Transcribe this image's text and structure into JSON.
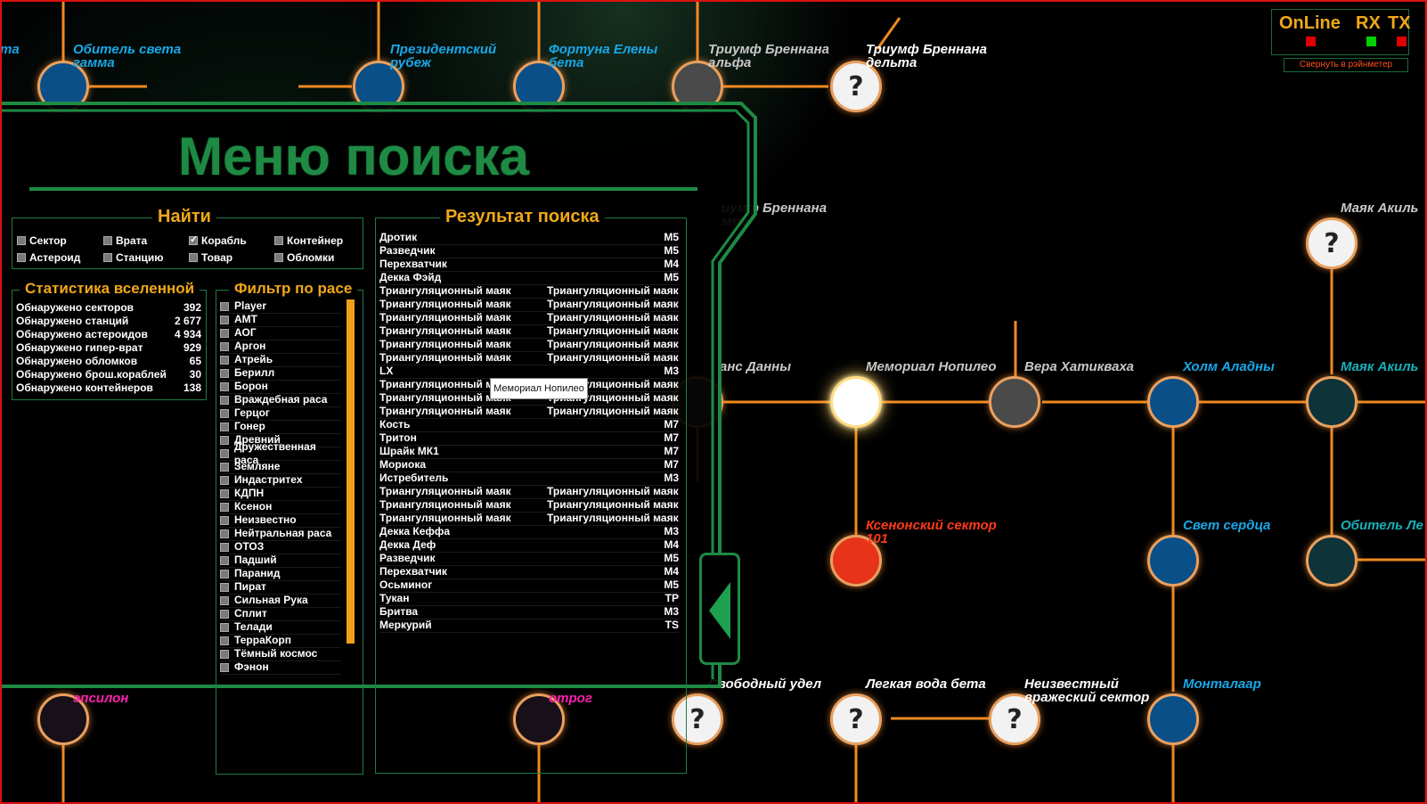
{
  "status": {
    "online": "OnLine",
    "rx": "RX",
    "tx": "TX",
    "collapse": "Свернуть в рэйнметер",
    "colors": {
      "online_led": "#e00000",
      "rx_led": "#00d000",
      "tx_led": "#e00000"
    }
  },
  "panel": {
    "title": "Меню поиска",
    "find": {
      "title": "Найти",
      "options": [
        {
          "label": "Сектор",
          "checked": false
        },
        {
          "label": "Врата",
          "checked": false
        },
        {
          "label": "Корабль",
          "checked": true
        },
        {
          "label": "Контейнер",
          "checked": false
        },
        {
          "label": "Астероид",
          "checked": false
        },
        {
          "label": "Станцию",
          "checked": false
        },
        {
          "label": "Товар",
          "checked": false
        },
        {
          "label": "Обломки",
          "checked": false
        }
      ]
    },
    "stats": {
      "title": "Статистика вселенной",
      "rows": [
        {
          "label": "Обнаружено секторов",
          "value": "392"
        },
        {
          "label": "Обнаружено станций",
          "value": "2 677"
        },
        {
          "label": "Обнаружено астероидов",
          "value": "4 934"
        },
        {
          "label": "Обнаружено гипер-врат",
          "value": "929"
        },
        {
          "label": "Обнаружено обломков",
          "value": "65"
        },
        {
          "label": "Обнаружено брош.кораблей",
          "value": "30"
        },
        {
          "label": "Обнаружено контейнеров",
          "value": "138"
        }
      ]
    },
    "race_filter": {
      "title": "Фильтр по расе",
      "races": [
        "Player",
        "АМТ",
        "АОГ",
        "Аргон",
        "Атрейь",
        "Берилл",
        "Борон",
        "Враждебная раса",
        "Герцог",
        "Гонер",
        "Древний",
        "Дружественная раса",
        "Земляне",
        "Индастритех",
        "КДПН",
        "Ксенон",
        "Неизвестно",
        "Нейтральная раса",
        "ОТОЗ",
        "Падший",
        "Паранид",
        "Пират",
        "Сильная Рука",
        "Сплит",
        "Телади",
        "ТерраКорп",
        "Тёмный космос",
        "Фэнон"
      ]
    },
    "results": {
      "title": "Результат поиска",
      "rows": [
        {
          "name": "Дротик",
          "sector": "",
          "class": "M5"
        },
        {
          "name": "Разведчик",
          "sector": "",
          "class": "M5"
        },
        {
          "name": "Перехватчик",
          "sector": "",
          "class": "M4"
        },
        {
          "name": "Декка Фэйд",
          "sector": "",
          "class": "M5"
        },
        {
          "name": "Триангуляционный маяк",
          "sector": "Триангуляционный маяк",
          "class": ""
        },
        {
          "name": "Триангуляционный маяк",
          "sector": "Триангуляционный маяк",
          "class": ""
        },
        {
          "name": "Триангуляционный маяк",
          "sector": "Триангуляционный маяк",
          "class": ""
        },
        {
          "name": "Триангуляционный маяк",
          "sector": "Триангуляционный маяк",
          "class": ""
        },
        {
          "name": "Триангуляционный маяк",
          "sector": "Триангуляционный маяк",
          "class": ""
        },
        {
          "name": "Триангуляционный маяк",
          "sector": "Триангуляционный маяк",
          "class": ""
        },
        {
          "name": "LX",
          "sector": "",
          "class": "M3"
        },
        {
          "name": "Триангуляционный маяк",
          "sector": "Триангуляционный маяк",
          "class": ""
        },
        {
          "name": "Триангуляционный маяк",
          "sector": "Триангуляционный маяк",
          "class": ""
        },
        {
          "name": "Триангуляционный маяк",
          "sector": "Триангуляционный маяк",
          "class": ""
        },
        {
          "name": "Кость",
          "sector": "",
          "class": "M7"
        },
        {
          "name": "Тритон",
          "sector": "",
          "class": "M7"
        },
        {
          "name": "Шрайк МК1",
          "sector": "",
          "class": "M7"
        },
        {
          "name": "Мориока",
          "sector": "",
          "class": "M7"
        },
        {
          "name": "Истребитель",
          "sector": "",
          "class": "M3"
        },
        {
          "name": "Триангуляционный маяк",
          "sector": "Триангуляционный маяк",
          "class": ""
        },
        {
          "name": "Триангуляционный маяк",
          "sector": "Триангуляционный маяк",
          "class": ""
        },
        {
          "name": "Триангуляционный маяк",
          "sector": "Триангуляционный маяк",
          "class": ""
        },
        {
          "name": "Декка Кеффа",
          "sector": "",
          "class": "M3"
        },
        {
          "name": "Декка Деф",
          "sector": "",
          "class": "M4"
        },
        {
          "name": "Разведчик",
          "sector": "",
          "class": "M5"
        },
        {
          "name": "Перехватчик",
          "sector": "",
          "class": "M4"
        },
        {
          "name": "Осьминог",
          "sector": "",
          "class": "M5"
        },
        {
          "name": "Тукан",
          "sector": "",
          "class": "TP"
        },
        {
          "name": "Бритва",
          "sector": "",
          "class": "M3"
        },
        {
          "name": "Меркурий",
          "sector": "",
          "class": "TS"
        }
      ]
    },
    "tooltip": "Мемориал Нопилео"
  },
  "map": {
    "nodes": [
      {
        "id": "obitel-gamma",
        "label": "Обитель света\nгамма",
        "style": "cyan",
        "kind": "blue"
      },
      {
        "id": "prezident",
        "label": "Президентский\nрубеж",
        "style": "cyan",
        "kind": "blue"
      },
      {
        "id": "fortuna",
        "label": "Фортуна Елены\nбета",
        "style": "cyan",
        "kind": "blue"
      },
      {
        "id": "triumf-alfa",
        "label": "Триумф Бреннана\nальфа",
        "style": "gray",
        "kind": "gray"
      },
      {
        "id": "triumf-delta",
        "label": "Триумф Бреннана\nдельта",
        "style": "white",
        "kind": "q"
      },
      {
        "id": "triumf-3",
        "label": "иумф Бреннана\nмма",
        "style": "gray",
        "kind": "none"
      },
      {
        "id": "mayak-top",
        "label": "Маяк Акиль",
        "style": "gray",
        "kind": "q"
      },
      {
        "id": "shans",
        "label": "анс Данны",
        "style": "gray",
        "kind": "gray"
      },
      {
        "id": "memorial",
        "label": "Мемориал Нопилео",
        "style": "gray",
        "kind": "white"
      },
      {
        "id": "vera",
        "label": "Вера Хатикваха",
        "style": "gray",
        "kind": "gray"
      },
      {
        "id": "holm",
        "label": "Холм Аладны",
        "style": "cyan",
        "kind": "blue"
      },
      {
        "id": "mayak-mid",
        "label": "Маяк Акиль",
        "style": "teal",
        "kind": "teal"
      },
      {
        "id": "ksenon",
        "label": "Ксенонский сектор\n101",
        "style": "red",
        "kind": "red"
      },
      {
        "id": "svet",
        "label": "Свет сердца",
        "style": "cyan",
        "kind": "blue"
      },
      {
        "id": "obitel-le",
        "label": "Обитель Ле",
        "style": "teal",
        "kind": "teal"
      },
      {
        "id": "paranid",
        "label": "эпсилон",
        "style": "pink",
        "kind": "pink"
      },
      {
        "id": "imper",
        "label": "отрог",
        "style": "pink",
        "kind": "pink"
      },
      {
        "id": "svobodny",
        "label": "Свободный удел",
        "style": "gray",
        "kind": "q"
      },
      {
        "id": "legkaya",
        "label": "Легкая вода бета",
        "style": "gray",
        "kind": "q"
      },
      {
        "id": "neizv",
        "label": "Неизвестный\nвражеский сектор",
        "style": "gray",
        "kind": "q"
      },
      {
        "id": "montalaar",
        "label": "Монталаар",
        "style": "cyan",
        "kind": "blue"
      },
      {
        "id": "edge-ta",
        "label": "та",
        "style": "cyan",
        "kind": "none"
      }
    ]
  }
}
